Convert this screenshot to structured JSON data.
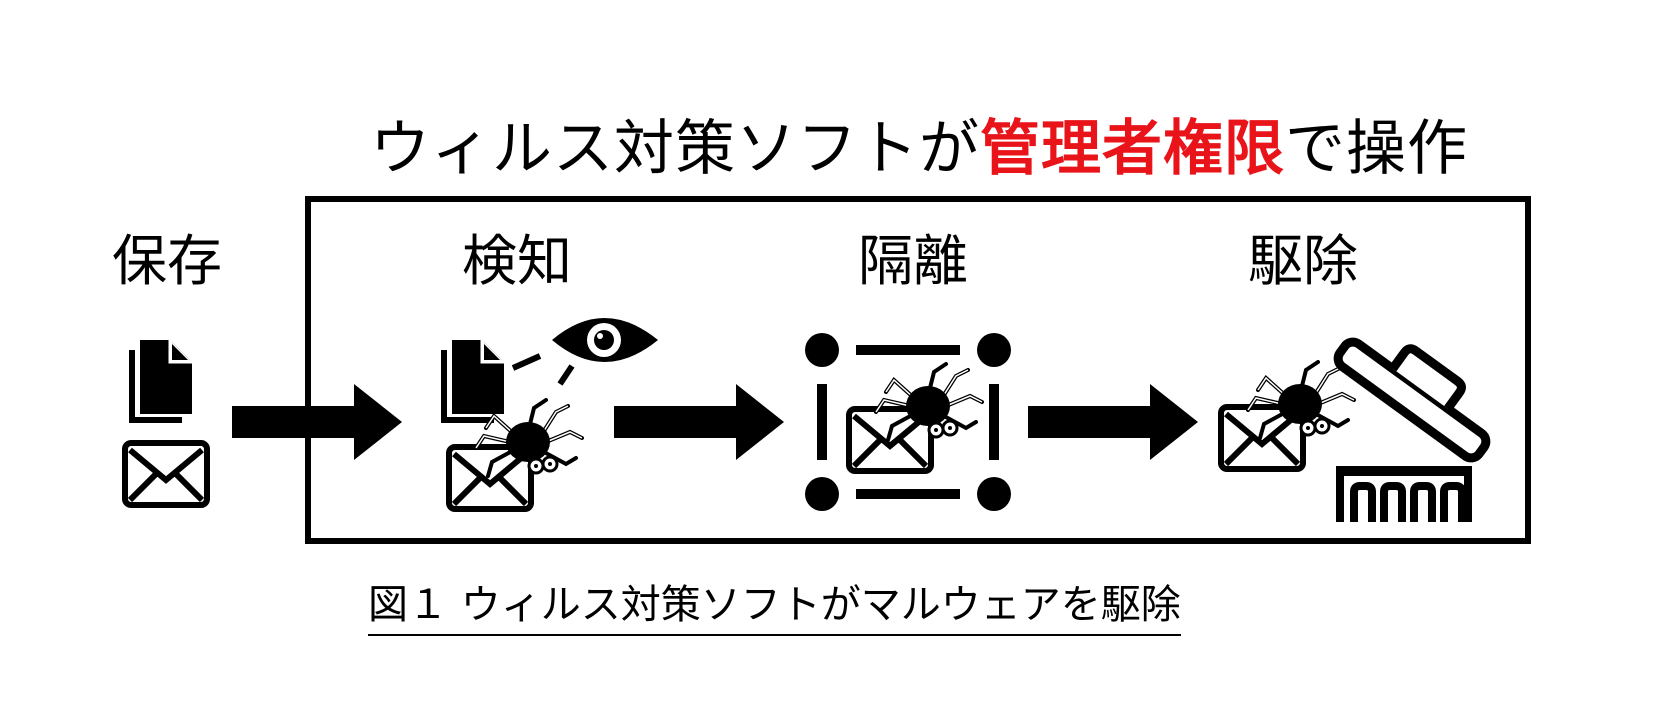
{
  "title": {
    "prefix": "ウィルス対策ソフトが",
    "highlight": "管理者権限",
    "suffix": "で操作",
    "highlight_color": "#e8141a"
  },
  "steps": {
    "save": "保存",
    "detect": "検知",
    "isolate": "隔離",
    "remove": "駆除"
  },
  "caption": "図１ ウィルス対策ソフトがマルウェアを駆除",
  "icons": [
    "document-icon",
    "envelope-icon",
    "eye-icon",
    "spider-icon",
    "arrow-icon",
    "trash-bin-icon"
  ]
}
